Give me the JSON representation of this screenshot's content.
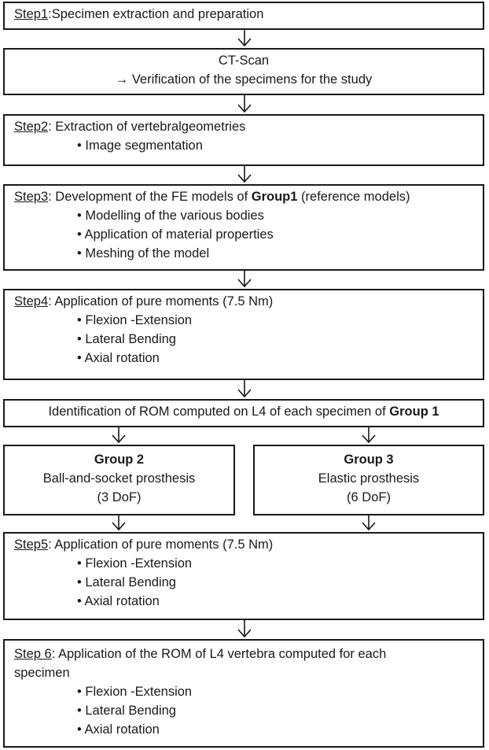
{
  "step1": {
    "label": "Step1",
    "text": ":Specimen extraction and preparation"
  },
  "ct": {
    "title": "CT-Scan",
    "line": "→ Verification of the specimens for the study"
  },
  "step2": {
    "label": "Step2",
    "text": ": Extraction of vertebralgeometries",
    "bullets": [
      "Image segmentation"
    ]
  },
  "step3": {
    "label": "Step3",
    "text": ": Development of the FE models of ",
    "bold": "Group1",
    "text2": " (reference models)",
    "bullets": [
      "Modelling of the various bodies",
      "Application of material properties",
      "Meshing of the model"
    ]
  },
  "step4": {
    "label": "Step4",
    "text": ": Application of pure moments (7.5 Nm)",
    "bullets": [
      "Flexion -Extension",
      "Lateral Bending",
      "Axial rotation"
    ]
  },
  "rom": {
    "text": "Identification of ROM computed on L4 of each specimen of ",
    "bold": "Group 1"
  },
  "group2": {
    "title": "Group 2",
    "line1": "Ball-and-socket prosthesis",
    "line2": "(3 DoF)"
  },
  "group3": {
    "title": "Group 3",
    "line1": "Elastic prosthesis",
    "line2": "(6 DoF)"
  },
  "step5": {
    "label": "Step5",
    "text": ": Application of pure moments (7.5 Nm)",
    "bullets": [
      "Flexion -Extension",
      "Lateral Bending",
      "Axial rotation"
    ]
  },
  "step6": {
    "label": "Step 6",
    "text": ":  Application of the ROM of L4 vertebra computed for each",
    "text_cont": "specimen",
    "bullets": [
      "Flexion -Extension",
      "Lateral Bending",
      "Axial rotation"
    ]
  }
}
